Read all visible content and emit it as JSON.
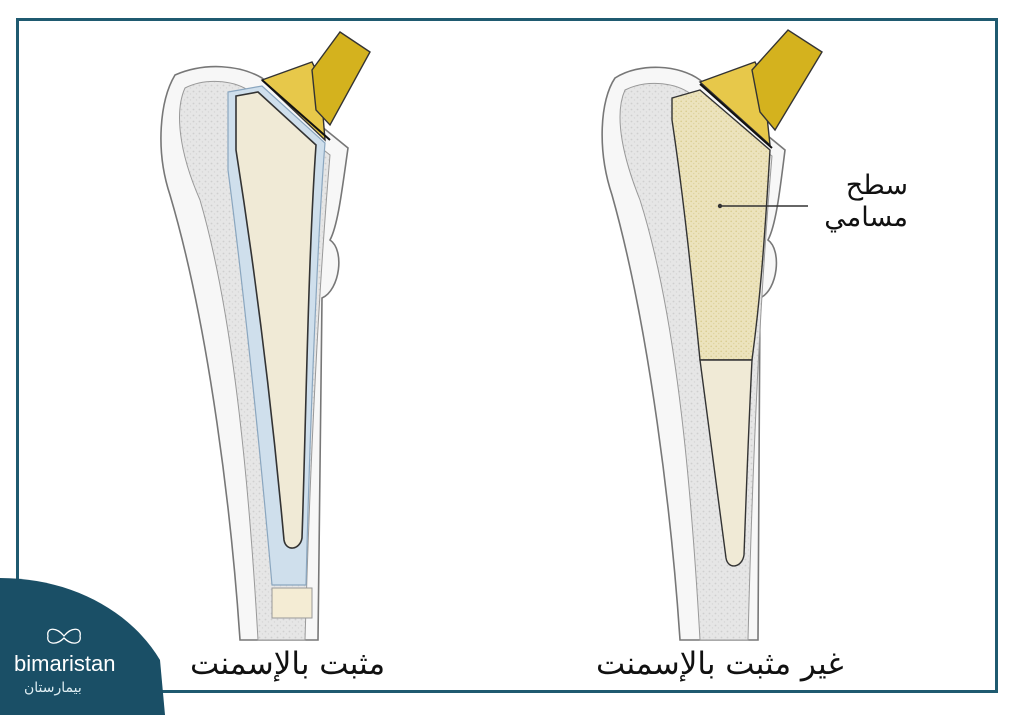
{
  "captions": {
    "left": "مثبت بالإسمنت",
    "right": "غير مثبت بالإسمنت"
  },
  "annotation": {
    "line1": "سطح",
    "line2": "مسامي"
  },
  "brand": {
    "name": "bimaristan",
    "arabic": "بيمارستان"
  },
  "colors": {
    "frame": "#1f5a70",
    "brand_bg": "#1a4f66",
    "implant": "#f0ead6",
    "cement": "#cfdfec",
    "metal": "#d4b21e",
    "bone": "#e4e4e4",
    "porous": "#e6dcae"
  }
}
